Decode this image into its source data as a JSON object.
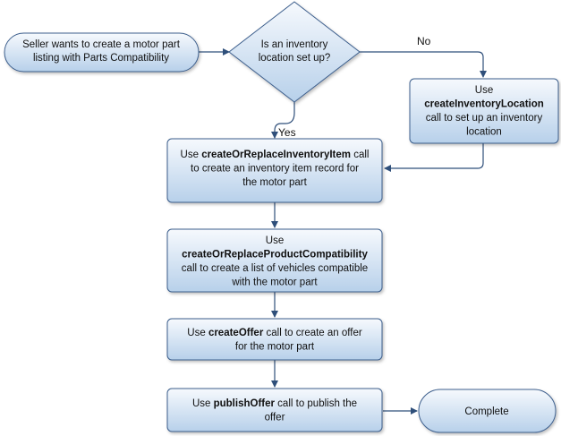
{
  "colors": {
    "fill_top": "#f6f9fd",
    "fill_bottom": "#b7d0ea",
    "stroke": "#3d5f8d",
    "arrow": "#2f4f7a"
  },
  "nodes": {
    "start": {
      "lines": [
        [
          {
            "t": "Seller wants to create a motor part",
            "b": false
          }
        ],
        [
          {
            "t": "listing with Parts Compatibility",
            "b": false
          }
        ]
      ]
    },
    "decision": {
      "lines": [
        [
          {
            "t": "Is an inventory",
            "b": false
          }
        ],
        [
          {
            "t": "location set up?",
            "b": false
          }
        ]
      ]
    },
    "create_location": {
      "lines": [
        [
          {
            "t": "Use",
            "b": false
          }
        ],
        [
          {
            "t": "createInventoryLocation",
            "b": true
          }
        ],
        [
          {
            "t": "call to set up an inventory",
            "b": false
          }
        ],
        [
          {
            "t": "location",
            "b": false
          }
        ]
      ]
    },
    "inventory_item": {
      "lines": [
        [
          {
            "t": "Use ",
            "b": false
          },
          {
            "t": "createOrReplaceInventoryItem",
            "b": true
          },
          {
            "t": " call",
            "b": false
          }
        ],
        [
          {
            "t": "to create an inventory item record for",
            "b": false
          }
        ],
        [
          {
            "t": "the motor part",
            "b": false
          }
        ]
      ]
    },
    "compatibility": {
      "lines": [
        [
          {
            "t": "Use",
            "b": false
          }
        ],
        [
          {
            "t": "createOrReplaceProductCompatibility",
            "b": true
          }
        ],
        [
          {
            "t": "call to create a list of vehicles compatible",
            "b": false
          }
        ],
        [
          {
            "t": "with the motor part",
            "b": false
          }
        ]
      ]
    },
    "offer": {
      "lines": [
        [
          {
            "t": "Use ",
            "b": false
          },
          {
            "t": "createOffer",
            "b": true
          },
          {
            "t": " call to create an offer",
            "b": false
          }
        ],
        [
          {
            "t": "for the motor part",
            "b": false
          }
        ]
      ]
    },
    "publish": {
      "lines": [
        [
          {
            "t": "Use ",
            "b": false
          },
          {
            "t": "publishOffer",
            "b": true
          },
          {
            "t": " call to publish the",
            "b": false
          }
        ],
        [
          {
            "t": "offer",
            "b": false
          }
        ]
      ]
    },
    "complete": {
      "lines": [
        [
          {
            "t": "Complete",
            "b": false
          }
        ]
      ]
    }
  },
  "edges": {
    "no_label": "No",
    "yes_label": "Yes"
  }
}
